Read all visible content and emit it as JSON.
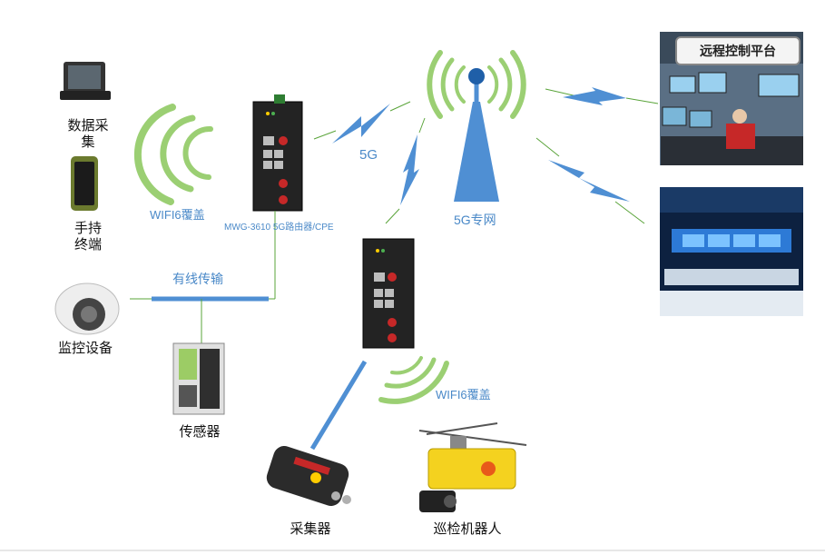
{
  "labels": {
    "data_collect": "数据采\n集",
    "handheld": "手持\n终端",
    "monitor": "监控设备",
    "sensor": "传感器",
    "collector": "采集器",
    "robot": "巡检机器人",
    "wifi6_top": "WIFI6覆盖",
    "wifi6_bottom": "WIFI6覆盖",
    "wired": "有线传输",
    "router": "MWG-3610 5G路由器/CPE",
    "five_g": "5G",
    "private_net": "5G专网",
    "remote_platform": "远程控制平台"
  },
  "colors": {
    "accent_blue": "#4a89c8",
    "wifi_green": "#9bcf73",
    "line_green": "#5aa43a",
    "tower_blue": "#4f8fd3",
    "device_dark": "#2b2b2b"
  }
}
